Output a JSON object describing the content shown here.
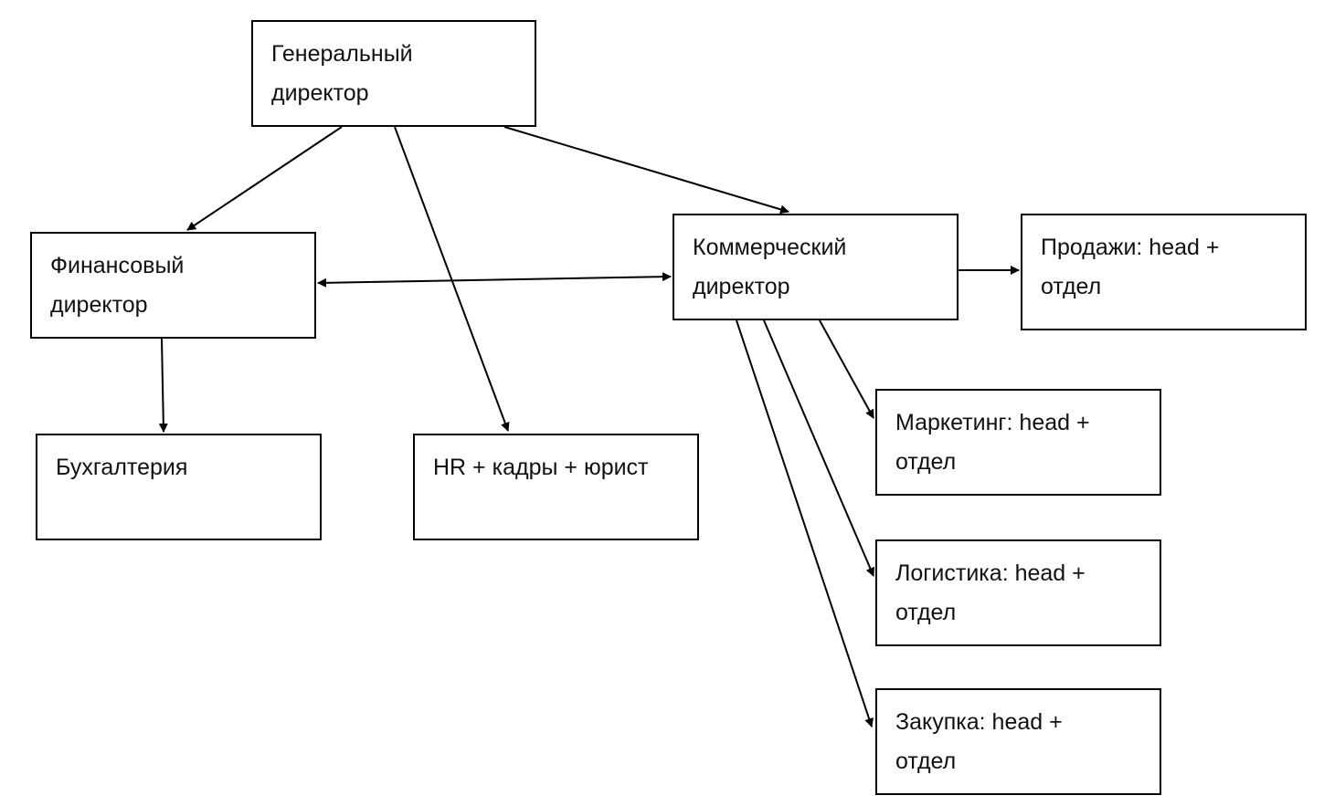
{
  "diagram": {
    "type": "org-chart",
    "nodes": [
      {
        "id": "ceo",
        "lines": [
          "Генеральный",
          "директор"
        ]
      },
      {
        "id": "fin",
        "lines": [
          "Финансовый",
          "директор"
        ]
      },
      {
        "id": "com",
        "lines": [
          "Коммерческий",
          "директор"
        ]
      },
      {
        "id": "sales",
        "lines": [
          "Продажи: head +",
          "отдел"
        ]
      },
      {
        "id": "acc",
        "lines": [
          "Бухгалтерия"
        ]
      },
      {
        "id": "hr",
        "lines": [
          "HR + кадры + юрист"
        ]
      },
      {
        "id": "mkt",
        "lines": [
          "Маркетинг: head +",
          "отдел"
        ]
      },
      {
        "id": "log",
        "lines": [
          "Логистика: head +",
          "отдел"
        ]
      },
      {
        "id": "buy",
        "lines": [
          "Закупка: head +",
          "отдел"
        ]
      }
    ],
    "edges": [
      {
        "from": "ceo",
        "to": "fin",
        "direction": "forward"
      },
      {
        "from": "ceo",
        "to": "hr",
        "direction": "forward"
      },
      {
        "from": "ceo",
        "to": "com",
        "direction": "forward"
      },
      {
        "from": "fin",
        "to": "com",
        "direction": "both"
      },
      {
        "from": "fin",
        "to": "acc",
        "direction": "forward"
      },
      {
        "from": "com",
        "to": "sales",
        "direction": "forward"
      },
      {
        "from": "com",
        "to": "mkt",
        "direction": "forward"
      },
      {
        "from": "com",
        "to": "log",
        "direction": "forward"
      },
      {
        "from": "com",
        "to": "buy",
        "direction": "forward"
      }
    ]
  }
}
